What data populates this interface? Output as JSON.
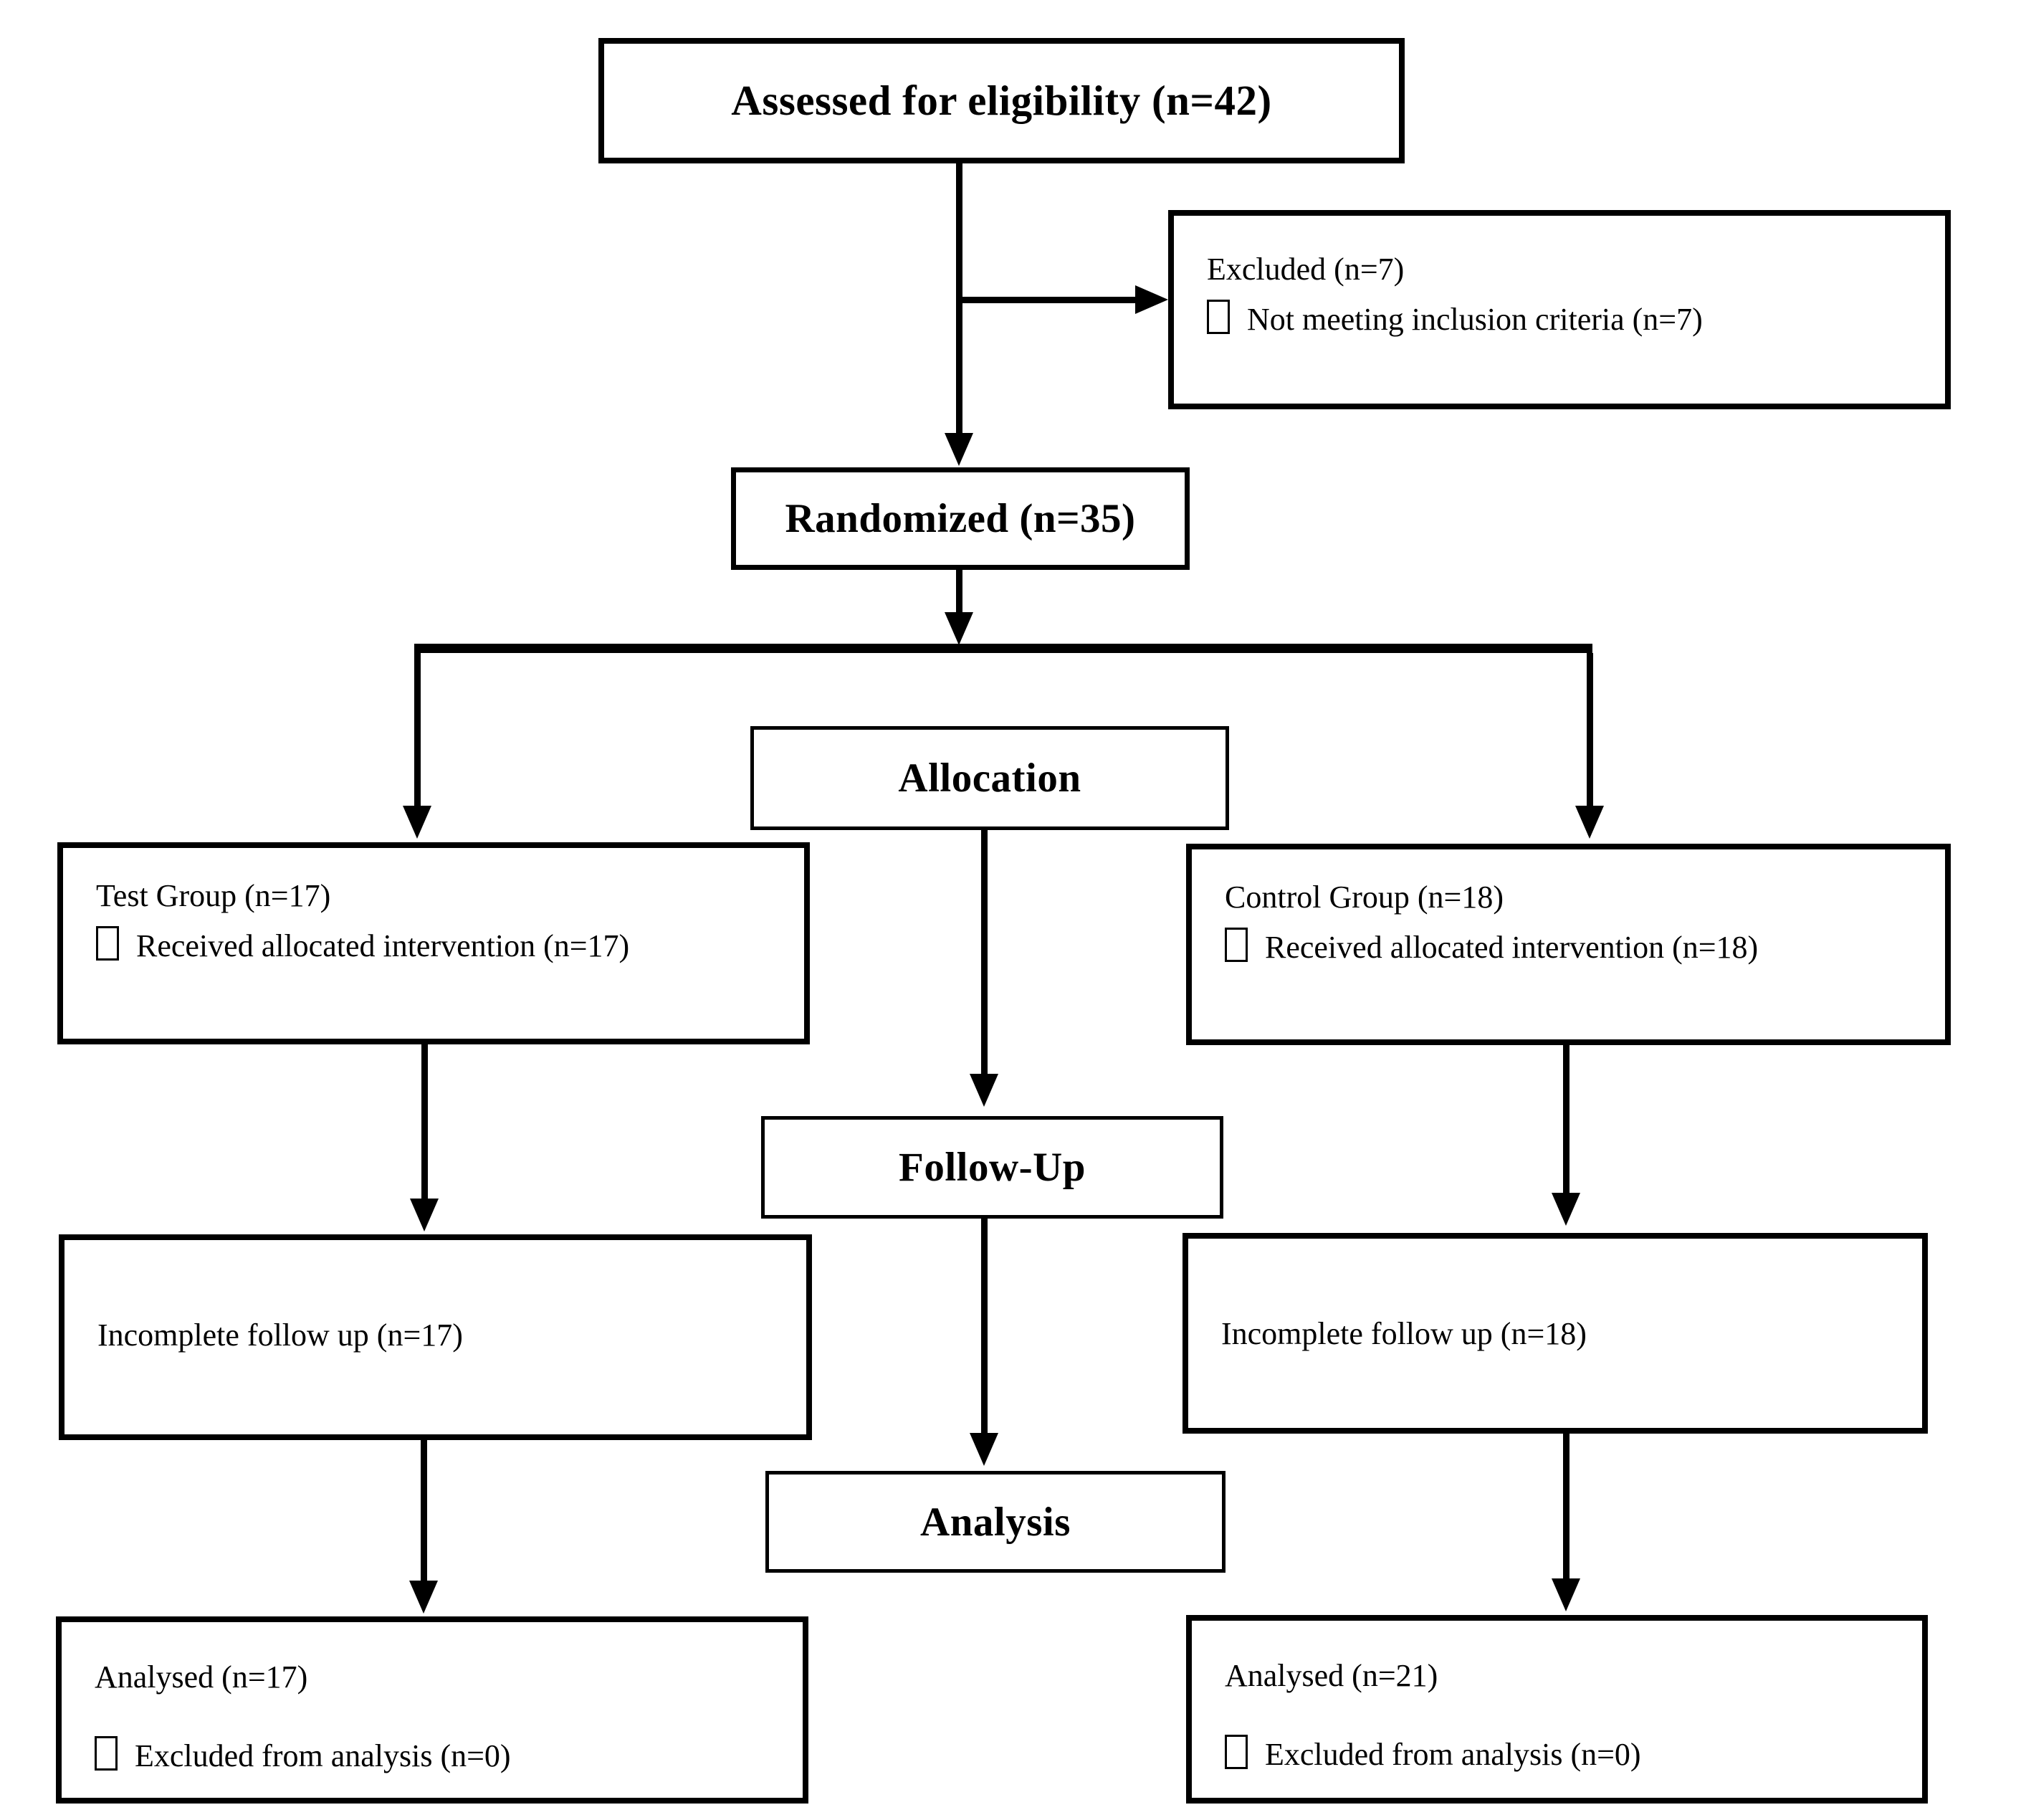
{
  "colors": {
    "line": "#000000",
    "text": "#000000",
    "background": "#ffffff"
  },
  "icons": {
    "bullet": "missing-glyph-box"
  },
  "boxes": {
    "assessed": {
      "label": "Assessed for eligibility (n=42)"
    },
    "excluded": {
      "title": "Excluded (n=7)",
      "item": "Not meeting inclusion criteria (n=7)"
    },
    "randomized": {
      "label": "Randomized (n=35)"
    },
    "allocation": {
      "label": "Allocation"
    },
    "test_group": {
      "title": "Test Group (n=17)",
      "item": "Received allocated intervention (n=17)"
    },
    "control_group": {
      "title": "Control Group (n=18)",
      "item": "Received allocated intervention (n=18)"
    },
    "follow_up": {
      "label": "Follow-Up"
    },
    "incomplete_followup_left": {
      "title": "Incomplete follow up (n=17)"
    },
    "incomplete_followup_right": {
      "title": "Incomplete follow up (n=18)"
    },
    "analysis": {
      "label": "Analysis"
    },
    "analysed_left": {
      "title": "Analysed (n=17)",
      "item": "Excluded from analysis (n=0)"
    },
    "analysed_right": {
      "title": "Analysed (n=21)",
      "item": "Excluded from analysis (n=0)"
    }
  }
}
